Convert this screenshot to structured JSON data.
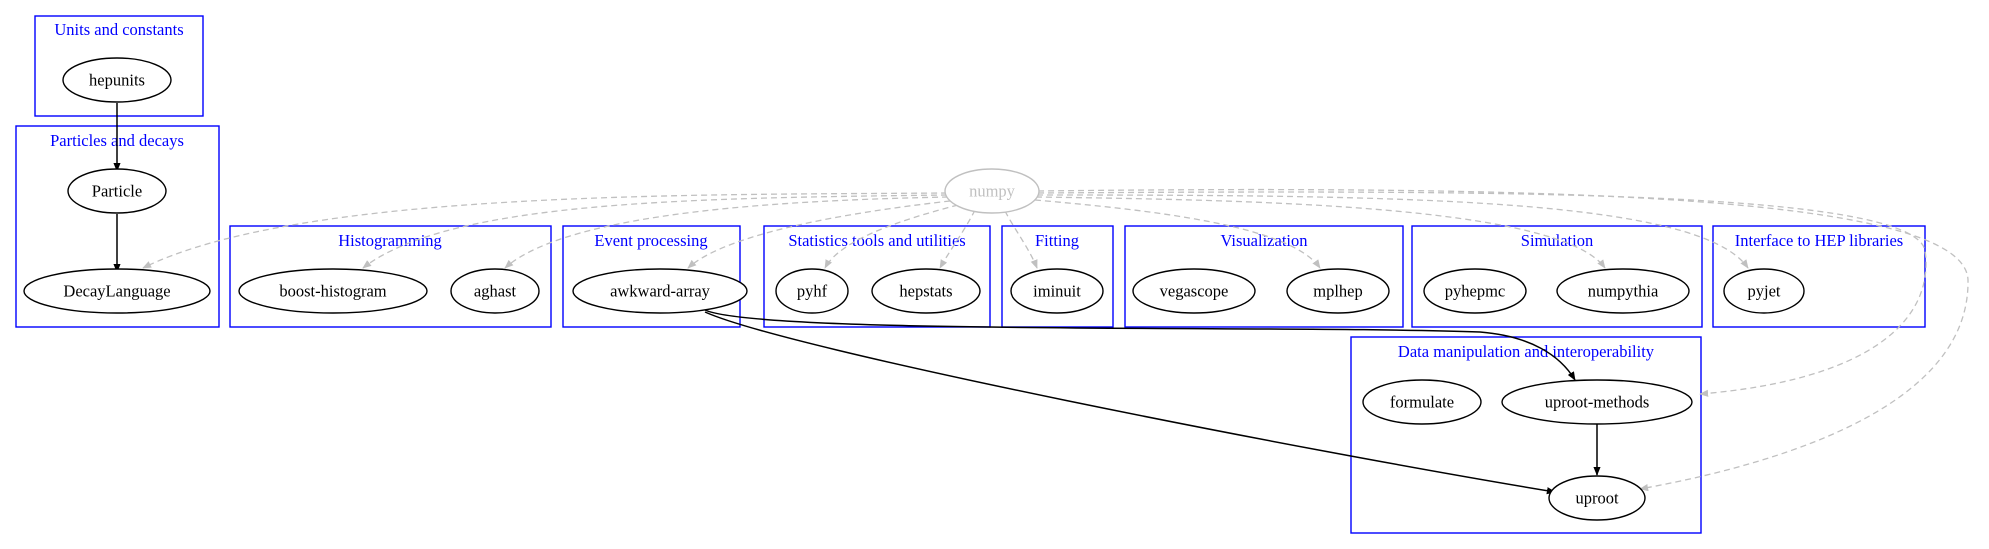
{
  "clusters": {
    "units": "Units and constants",
    "particles": "Particles and decays",
    "histogramming": "Histogramming",
    "event": "Event processing",
    "stats": "Statistics tools and utilities",
    "fitting": "Fitting",
    "visualization": "Visualization",
    "simulation": "Simulation",
    "interface": "Interface to HEP libraries",
    "data": "Data manipulation and interoperability"
  },
  "nodes": {
    "numpy": "numpy",
    "hepunits": "hepunits",
    "particle": "Particle",
    "decaylanguage": "DecayLanguage",
    "boost_histogram": "boost-histogram",
    "aghast": "aghast",
    "awkward_array": "awkward-array",
    "pyhf": "pyhf",
    "hepstats": "hepstats",
    "iminuit": "iminuit",
    "vegascope": "vegascope",
    "mplhep": "mplhep",
    "pyhepmc": "pyhepmc",
    "numpythia": "numpythia",
    "pyjet": "pyjet",
    "formulate": "formulate",
    "uproot_methods": "uproot-methods",
    "uproot": "uproot"
  },
  "edges": {
    "solid": [
      [
        "hepunits",
        "Particle"
      ],
      [
        "Particle",
        "DecayLanguage"
      ],
      [
        "awkward-array",
        "uproot-methods"
      ],
      [
        "awkward-array",
        "uproot"
      ],
      [
        "uproot-methods",
        "uproot"
      ]
    ],
    "dashed_from_numpy": [
      "DecayLanguage",
      "boost-histogram",
      "aghast",
      "awkward-array",
      "pyhf",
      "hepstats",
      "iminuit",
      "mplhep",
      "numpythia",
      "pyjet",
      "uproot-methods",
      "uproot"
    ]
  },
  "colors": {
    "cluster_border": "#0000ff",
    "cluster_label": "#0000ff",
    "node_border": "#000000",
    "dependency_edge": "#000000",
    "numpy_edge": "#c0c0c0"
  }
}
